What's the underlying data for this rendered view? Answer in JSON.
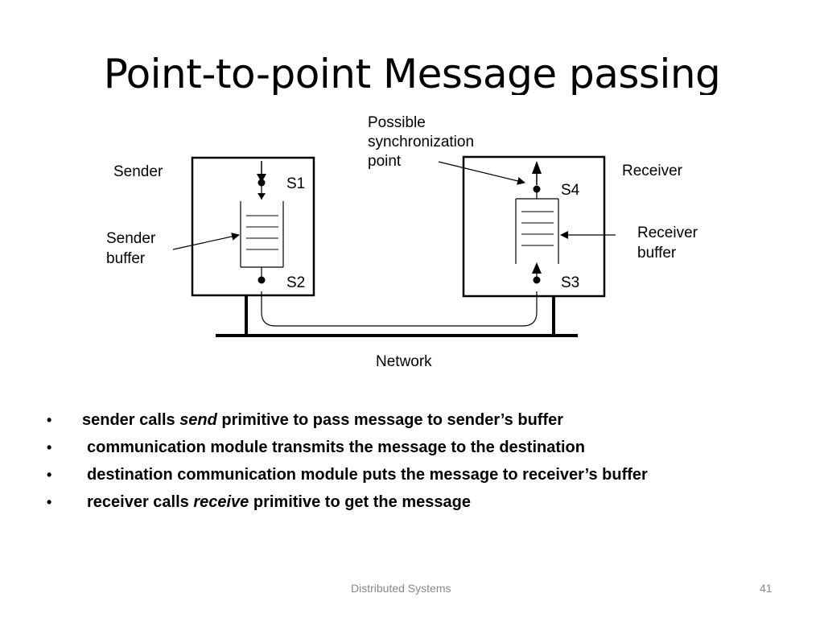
{
  "slide": {
    "title": "Point-to-point Message passing"
  },
  "diagram": {
    "sync_label": [
      "Possible",
      "synchronization",
      "point"
    ],
    "sender_label": "Sender",
    "receiver_label": "Receiver",
    "sender_buffer_label": [
      "Sender",
      "buffer"
    ],
    "receiver_buffer_label": [
      "Receiver",
      "buffer"
    ],
    "network_label": "Network",
    "points": [
      "S1",
      "S2",
      "S3",
      "S4"
    ]
  },
  "bullets": [
    {
      "parts": [
        {
          "text": "sender calls "
        },
        {
          "text": "send",
          "italic": true
        },
        {
          "text": " primitive to pass message to sender’s buffer"
        }
      ]
    },
    {
      "parts": [
        {
          "text": "communication module transmits the message to the destination"
        }
      ]
    },
    {
      "parts": [
        {
          "text": "destination communication module puts the message to receiver’s buffer"
        }
      ]
    },
    {
      "parts": [
        {
          "text": "receiver calls "
        },
        {
          "text": "receive",
          "italic": true
        },
        {
          "text": " primitive to get the message"
        }
      ]
    }
  ],
  "bullet_symbol": "•",
  "footer": {
    "title": "Distributed Systems",
    "page": "41"
  }
}
